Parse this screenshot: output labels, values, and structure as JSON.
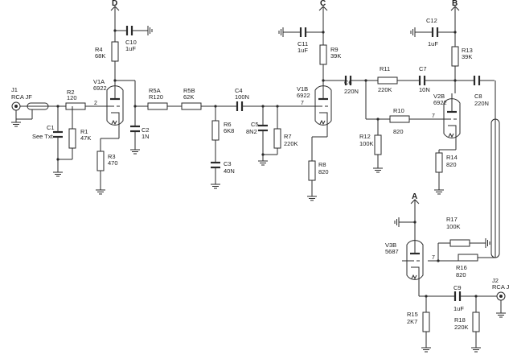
{
  "diagram": {
    "rails": {
      "D": "D",
      "C": "C",
      "B": "B",
      "A": "A"
    },
    "pins": {
      "p2_in": "2",
      "p7_v1b": "7",
      "p7_v2b": "7",
      "p7_v3b": "7"
    },
    "connectors": {
      "j1": {
        "ref": "J1",
        "name": "RCA JF"
      },
      "j2": {
        "ref": "J2",
        "name": "RCA J"
      }
    },
    "tubes": {
      "v1a": {
        "ref": "V1A",
        "type": "6922"
      },
      "v1b": {
        "ref": "V1B",
        "type": "6922"
      },
      "v2b": {
        "ref": "V2B",
        "type": "6922"
      },
      "v3b": {
        "ref": "V3B",
        "type": "5687"
      }
    },
    "resistors": {
      "r1": {
        "ref": "R1",
        "value": "47K"
      },
      "r2": {
        "ref": "R2",
        "value": "120"
      },
      "r3": {
        "ref": "R3",
        "value": "470"
      },
      "r4": {
        "ref": "R4",
        "value": "68K"
      },
      "r5a": {
        "ref": "R5A",
        "value": "R120"
      },
      "r5b": {
        "ref": "R5B",
        "value": "62K"
      },
      "r6": {
        "ref": "R6",
        "value": "6K8"
      },
      "r7": {
        "ref": "R7",
        "value": "220K"
      },
      "r8": {
        "ref": "R8",
        "value": "820"
      },
      "r9": {
        "ref": "R9",
        "value": "39K"
      },
      "r10": {
        "ref": "R10",
        "value": "820"
      },
      "r11": {
        "ref": "R11",
        "value": "220K"
      },
      "r12": {
        "ref": "R12",
        "value": "100K"
      },
      "r13": {
        "ref": "R13",
        "value": "39K"
      },
      "r14": {
        "ref": "R14",
        "value": "820"
      },
      "r15": {
        "ref": "R15",
        "value": "2K7"
      },
      "r16": {
        "ref": "R16",
        "value": "820"
      },
      "r17": {
        "ref": "R17",
        "value": "100K"
      },
      "r18": {
        "ref": "R18",
        "value": "220K"
      }
    },
    "capacitors": {
      "c1": {
        "ref": "C1",
        "value": "See Txt"
      },
      "c2": {
        "ref": "C2",
        "value": "1N"
      },
      "c3": {
        "ref": "C3",
        "value": "40N"
      },
      "c4": {
        "ref": "C4",
        "value": "100N"
      },
      "c5": {
        "ref": "C5",
        "value": "8N2"
      },
      "c6": {
        "ref": "C6",
        "value": "220N"
      },
      "c7": {
        "ref": "C7",
        "value": "10N"
      },
      "c8": {
        "ref": "C8",
        "value": "220N"
      },
      "c9": {
        "ref": "C9",
        "value": "1uF"
      },
      "c10": {
        "ref": "C10",
        "value": "1uF"
      },
      "c11": {
        "ref": "C11",
        "value": "1uF"
      },
      "c12": {
        "ref": "C12",
        "value": "1uF"
      }
    }
  }
}
